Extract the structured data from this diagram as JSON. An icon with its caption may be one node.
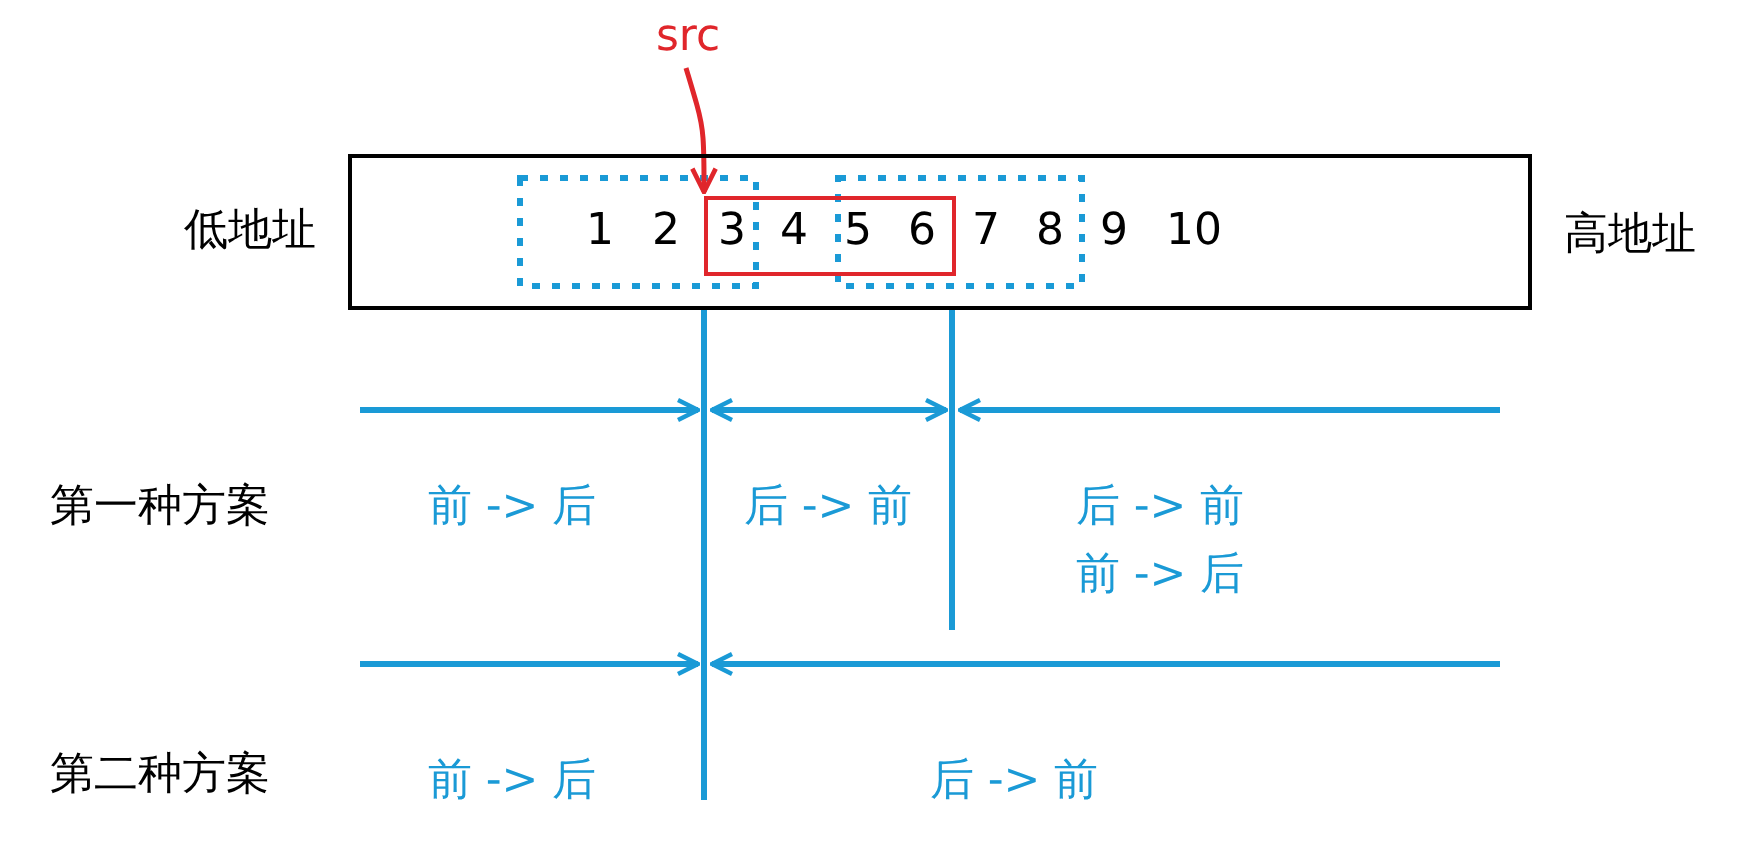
{
  "diagram": {
    "nodes": [
      {
        "text": [
          "src"
        ]
      },
      {
        "text": [],
        "shape": "box"
      },
      {
        "text": [],
        "shape": "box",
        "in": 1
      }
    ],
    "edges": [
      {
        "from": 0,
        "to": 2,
        "arrow": "to",
        "color": "#e0262b"
      }
    ],
    "labels": [
      "低地址",
      "1",
      "2",
      "3",
      "4",
      "5",
      "6",
      "7",
      "8",
      "9",
      "10",
      "高地址",
      "第一种方案",
      "前 -> 后",
      "后 -> 前",
      "后 -> 前",
      "前 -> 后",
      "第二种方案",
      "前 -> 后",
      "后 -> 前"
    ]
  }
}
